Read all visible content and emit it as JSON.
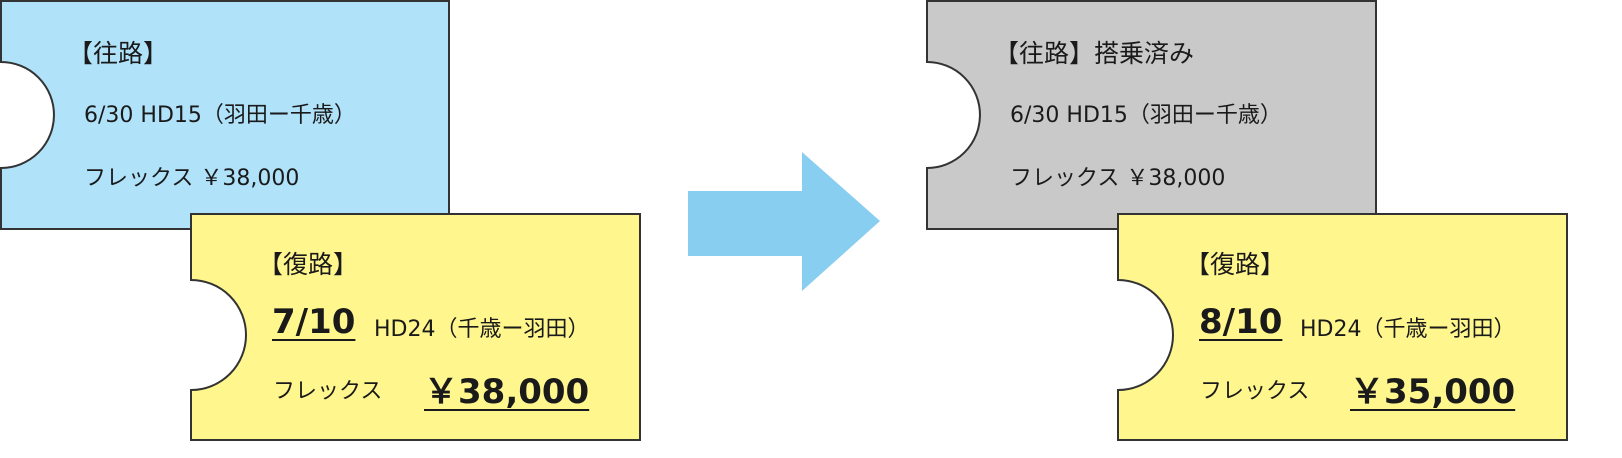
{
  "colors": {
    "outbound": "#b0e2fa",
    "return": "#fff68e",
    "boarded": "#c9c9c9",
    "arrow": "#87cef0",
    "stroke": "#333333"
  },
  "before": {
    "outbound": {
      "heading": "【往路】",
      "flight": "6/30  HD15（羽田ー千歳）",
      "fare": "フレックス  ￥38,000"
    },
    "return": {
      "heading": "【復路】",
      "date": "7/10",
      "flight": "HD24（千歳ー羽田）",
      "fare_type": "フレックス",
      "price": "￥38,000"
    }
  },
  "after": {
    "outbound": {
      "heading": "【往路】搭乗済み",
      "flight": "6/30  HD15（羽田ー千歳）",
      "fare": "フレックス  ￥38,000"
    },
    "return": {
      "heading": "【復路】",
      "date": "8/10",
      "flight": "HD24（千歳ー羽田）",
      "fare_type": "フレックス",
      "price": "￥35,000"
    }
  }
}
